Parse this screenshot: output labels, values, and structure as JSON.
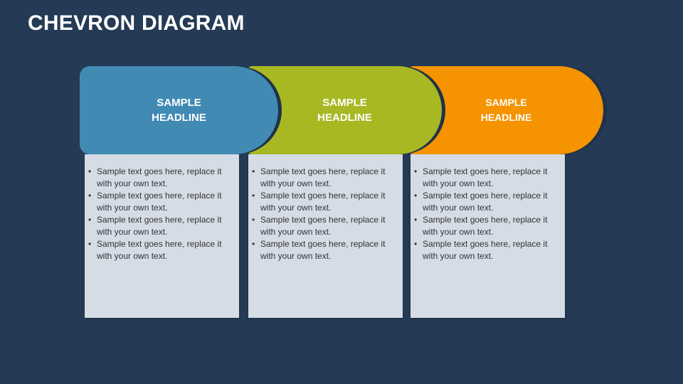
{
  "title": "CHEVRON DIAGRAM",
  "colors": {
    "background": "#243a55",
    "blue": "#418ab3",
    "green": "#a8b823",
    "orange": "#f59300",
    "box": "#d5dce6"
  },
  "stages": [
    {
      "headline": "SAMPLE HEADLINE",
      "bullets": [
        "Sample text goes here, replace it with your own text.",
        "Sample text goes here, replace it with your own text.",
        "Sample text goes here, replace it with your own text.",
        "Sample text goes here, replace it with your own text."
      ]
    },
    {
      "headline": "SAMPLE HEADLINE",
      "bullets": [
        "Sample text goes here, replace it with your own text.",
        "Sample text goes here, replace it with your own text.",
        "Sample text goes here, replace it with your own text.",
        "Sample text goes here, replace it with your own text."
      ]
    },
    {
      "headline": "SAMPLE HEADLINE",
      "bullets": [
        "Sample text goes here, replace it with your own text.",
        "Sample text goes here, replace it with your own text.",
        "Sample text goes here, replace it with your own text.",
        "Sample text goes here, replace it with your own text."
      ]
    }
  ]
}
